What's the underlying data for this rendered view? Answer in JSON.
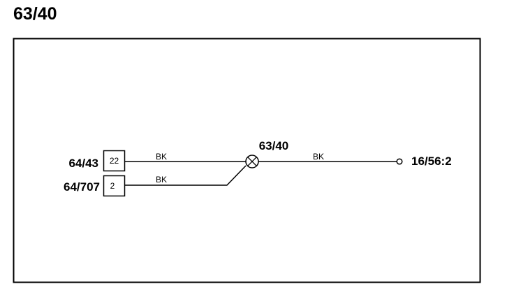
{
  "title": "63/40",
  "diagram": {
    "connectors": [
      {
        "name": "64/43",
        "pin": "22"
      },
      {
        "name": "64/707",
        "pin": "2"
      }
    ],
    "splice": {
      "label": "63/40"
    },
    "wires": [
      {
        "color": "BK"
      },
      {
        "color": "BK"
      },
      {
        "color": "BK"
      }
    ],
    "terminal": {
      "label": "16/56:2"
    }
  }
}
